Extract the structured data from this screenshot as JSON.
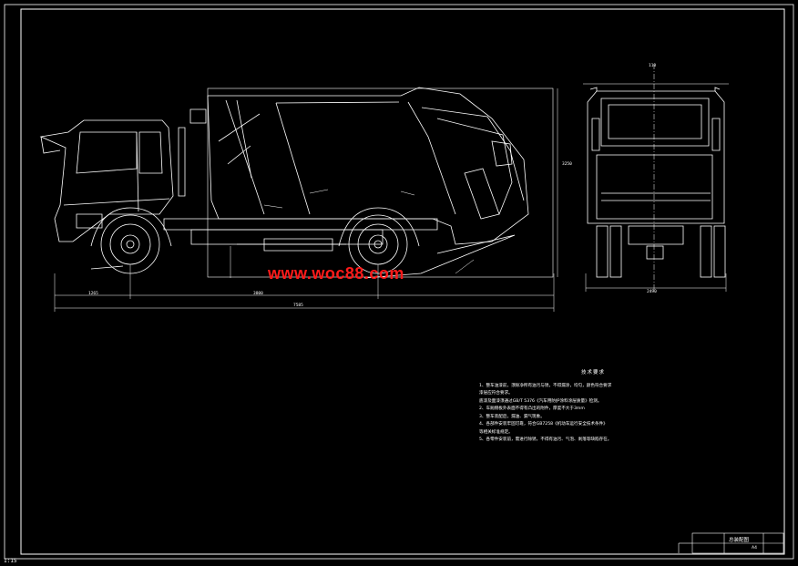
{
  "watermark": "www.woc88.com",
  "technical_notes": {
    "title": "技术要求",
    "lines": [
      "1、整车油漆前，须除净所有油污与锈，不得漏涂，均匀，颜色符合要求",
      "   漆层应符合要求。",
      "   底漆及面漆须通过GB/T 5376《汽车用防护涂料涂层质量》检测。",
      "2、车厢侧板外表面不得有凸出的附件，厚度不大于3mm",
      "3、整车装配后，漏油、漏气现象。",
      "4、各部件安装牢固可靠，符合GB7258《机动车运行安全技术条件》",
      "   等相关标准规定。",
      "5、各零件安装前，需进行除锈，不得有油污、气泡、剥落等缺陷存在。"
    ]
  },
  "title_block": {
    "drawing_name": "总装配图",
    "code": "A4"
  },
  "dimensions": {
    "overall_length": "7585",
    "wheelbase": "3800",
    "front_overhang": "1265",
    "body_height": "3250",
    "rear_width": "2490",
    "rear_top": "110"
  },
  "corner_label": "1:15"
}
